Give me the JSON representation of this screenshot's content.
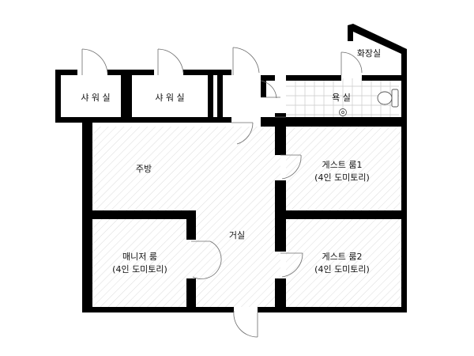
{
  "rooms": {
    "shower_1": "샤 워 실",
    "shower_2": "샤 워 실",
    "bath": "욕 실",
    "toilet": "화장실",
    "kitchen": "주방",
    "living": "거실",
    "guest_1_name": "게스트 룸1",
    "guest_1_type": "(4인 도미토리)",
    "guest_2_name": "게스트 룸2",
    "guest_2_type": "(4인 도미토리)",
    "manager_name": "매니저 룸",
    "manager_type": "(4인 도미토리)"
  },
  "colors": {
    "wall": "#000000",
    "floor_hatch": "#dcdcdc",
    "tile": "#c9c9c9",
    "door": "#6b6b6b"
  }
}
